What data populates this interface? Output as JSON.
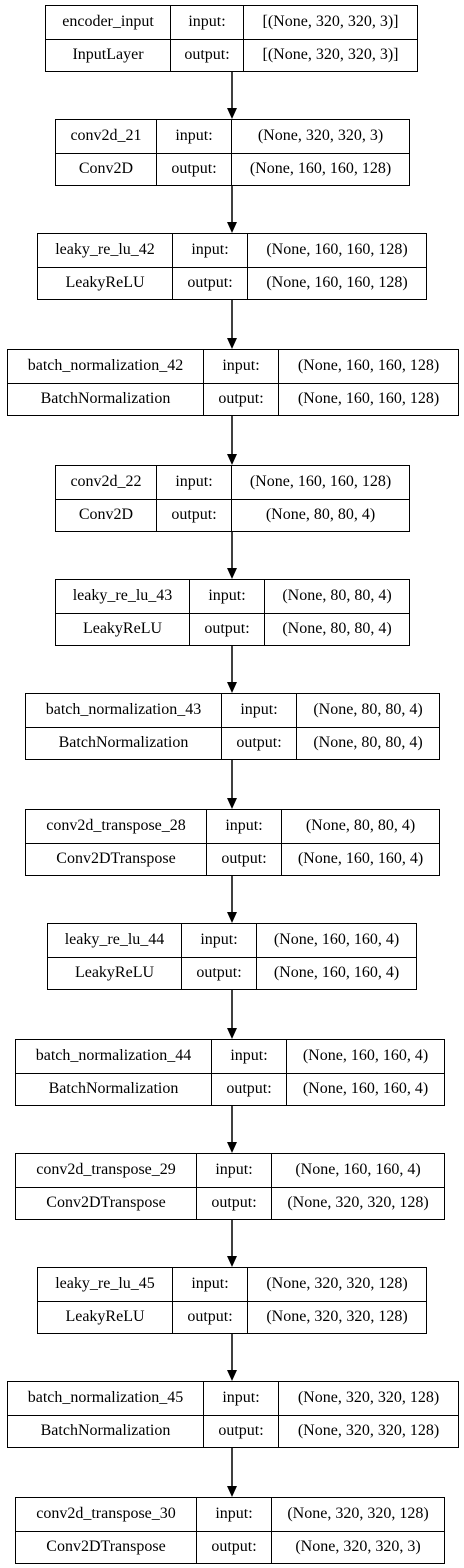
{
  "diagram": {
    "layers": [
      {
        "name": "encoder_input",
        "type": "InputLayer",
        "input_label": "input:",
        "output_label": "output:",
        "input": "[(None, 320, 320, 3)]",
        "output": "[(None, 320, 320, 3)]"
      },
      {
        "name": "conv2d_21",
        "type": "Conv2D",
        "input_label": "input:",
        "output_label": "output:",
        "input": "(None, 320, 320, 3)",
        "output": "(None, 160, 160, 128)"
      },
      {
        "name": "leaky_re_lu_42",
        "type": "LeakyReLU",
        "input_label": "input:",
        "output_label": "output:",
        "input": "(None, 160, 160, 128)",
        "output": "(None, 160, 160, 128)"
      },
      {
        "name": "batch_normalization_42",
        "type": "BatchNormalization",
        "input_label": "input:",
        "output_label": "output:",
        "input": "(None, 160, 160, 128)",
        "output": "(None, 160, 160, 128)"
      },
      {
        "name": "conv2d_22",
        "type": "Conv2D",
        "input_label": "input:",
        "output_label": "output:",
        "input": "(None, 160, 160, 128)",
        "output": "(None, 80, 80, 4)"
      },
      {
        "name": "leaky_re_lu_43",
        "type": "LeakyReLU",
        "input_label": "input:",
        "output_label": "output:",
        "input": "(None, 80, 80, 4)",
        "output": "(None, 80, 80, 4)"
      },
      {
        "name": "batch_normalization_43",
        "type": "BatchNormalization",
        "input_label": "input:",
        "output_label": "output:",
        "input": "(None, 80, 80, 4)",
        "output": "(None, 80, 80, 4)"
      },
      {
        "name": "conv2d_transpose_28",
        "type": "Conv2DTranspose",
        "input_label": "input:",
        "output_label": "output:",
        "input": "(None, 80, 80, 4)",
        "output": "(None, 160, 160, 4)"
      },
      {
        "name": "leaky_re_lu_44",
        "type": "LeakyReLU",
        "input_label": "input:",
        "output_label": "output:",
        "input": "(None, 160, 160, 4)",
        "output": "(None, 160, 160, 4)"
      },
      {
        "name": "batch_normalization_44",
        "type": "BatchNormalization",
        "input_label": "input:",
        "output_label": "output:",
        "input": "(None, 160, 160, 4)",
        "output": "(None, 160, 160, 4)"
      },
      {
        "name": "conv2d_transpose_29",
        "type": "Conv2DTranspose",
        "input_label": "input:",
        "output_label": "output:",
        "input": "(None, 160, 160, 4)",
        "output": "(None, 320, 320, 128)"
      },
      {
        "name": "leaky_re_lu_45",
        "type": "LeakyReLU",
        "input_label": "input:",
        "output_label": "output:",
        "input": "(None, 320, 320, 128)",
        "output": "(None, 320, 320, 128)"
      },
      {
        "name": "batch_normalization_45",
        "type": "BatchNormalization",
        "input_label": "input:",
        "output_label": "output:",
        "input": "(None, 320, 320, 128)",
        "output": "(None, 320, 320, 128)"
      },
      {
        "name": "conv2d_transpose_30",
        "type": "Conv2DTranspose",
        "input_label": "input:",
        "output_label": "output:",
        "input": "(None, 320, 320, 128)",
        "output": "(None, 320, 320, 3)"
      }
    ]
  }
}
